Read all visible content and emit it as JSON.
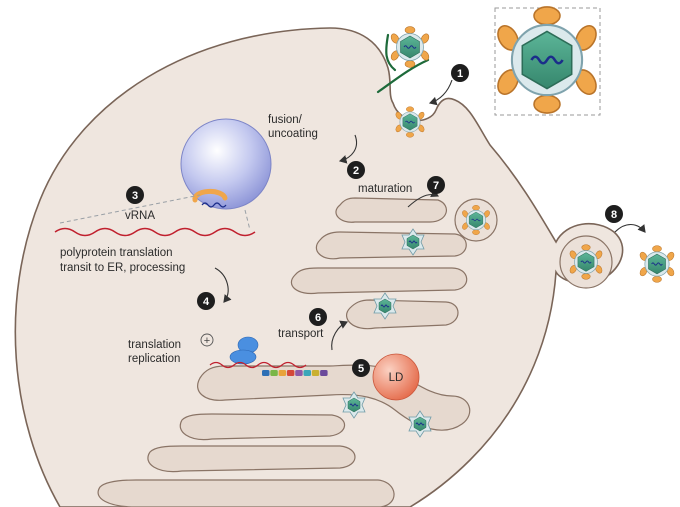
{
  "labels": {
    "fusion": "fusion/",
    "uncoating": "uncoating",
    "maturation": "maturation",
    "vrna": "vRNA",
    "polyprotein": "polyprotein translation",
    "transit": "transit to ER, processing",
    "translation": "translation",
    "replication": "replication",
    "transport": "transport",
    "ld": "LD",
    "plus_sign": "+"
  },
  "steps": [
    "1",
    "2",
    "3",
    "4",
    "5",
    "6",
    "7",
    "8"
  ],
  "colors": {
    "cell_fill": "#efe6df",
    "cell_stroke": "#7a6558",
    "er_fill": "#e6d9cf",
    "capsid": "#4ea88a",
    "envelope": "#dbe9ec",
    "spike": "#f0a64a",
    "endosome": "#9ca4dd",
    "lipid_droplet": "#ec7f62",
    "rna": "#c0202e",
    "ribosome": "#4a8fe0",
    "step_badge": "#1e1e1e",
    "receptor": "#1d6a3a"
  },
  "polyprotein_segment_colors": [
    "#2d6fb5",
    "#7ab648",
    "#e8a33a",
    "#d4493a",
    "#8e5aa8",
    "#3aa6b9",
    "#c9b030",
    "#6b4a9b"
  ]
}
